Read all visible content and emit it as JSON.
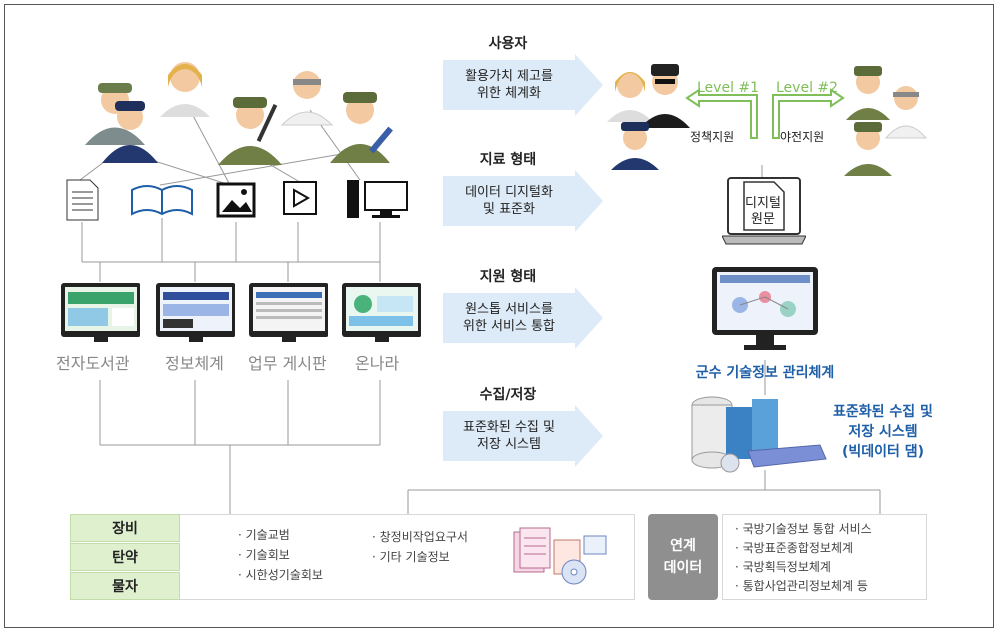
{
  "stages": [
    {
      "title": "사용자",
      "text": [
        "활용가치 제고를",
        "위한 체계화"
      ]
    },
    {
      "title": "지료 형태",
      "text": [
        "데이터 디지털화",
        "및 표준화"
      ]
    },
    {
      "title": "지원 형태",
      "text": [
        "원스톱 서비스를",
        "위한 서비스 통합"
      ]
    },
    {
      "title": "수집/저장",
      "text": [
        "표준화된 수집 및",
        "저장 시스템"
      ]
    }
  ],
  "systems": [
    "전자도서관",
    "정보체계",
    "업무 게시판",
    "온나라"
  ],
  "right": {
    "level1": "Level #1",
    "level2": "Level #2",
    "support1": "정책지원",
    "support2": "야전지원",
    "doc": [
      "디지털",
      "원문"
    ],
    "mgmt": "군수 기술정보 관리체계",
    "storage": [
      "표준화된 수집 및",
      "저장 시스템",
      "(빅데이터 댐)"
    ]
  },
  "categories": [
    "장비",
    "탄약",
    "물자"
  ],
  "items_col1": [
    "· 기술교범",
    "· 기술회보",
    "· 시한성기술회보"
  ],
  "items_col2": [
    "· 창정비작업요구서",
    "· 기타 기술정보"
  ],
  "link_box": [
    "연계",
    "데이터"
  ],
  "link_items": [
    "· 국방기술정보 통합 서비스",
    "· 국방표준종합정보체계",
    "· 국방획득정보체계",
    "· 통합사업관리정보체계 등"
  ],
  "colors": {
    "arrow": "#ddeaf7",
    "green": "#dff0cf",
    "blue_text": "#1f5fa8",
    "level_green": "#7fbf5a"
  }
}
